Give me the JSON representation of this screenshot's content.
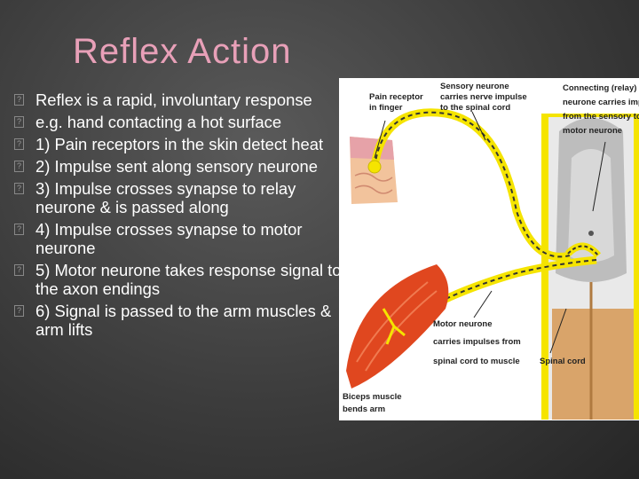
{
  "slide": {
    "title": "Reflex Action",
    "bullets": [
      "Reflex is a rapid, involuntary response",
      "e.g. hand contacting a hot surface",
      "1) Pain receptors in the skin detect heat",
      "2) Impulse sent along sensory neurone",
      "3) Impulse crosses synapse to relay neurone & is passed along",
      "4) Impulse crosses synapse to motor neurone",
      "5) Motor neurone takes response signal to the axon endings",
      "6) Signal is passed to the arm muscles & arm lifts"
    ],
    "bullet_icon": "box-bullet-icon"
  },
  "diagram": {
    "labels": {
      "pain_receptor_1": "Pain receptor",
      "pain_receptor_2": "in finger",
      "sensory_1": "Sensory neurone",
      "sensory_2": "carries nerve impulse",
      "sensory_3": "to the spinal cord",
      "connecting_1": "Connecting (relay)",
      "connecting_2": "neurone carries impulse",
      "connecting_3": "from the sensory to the",
      "connecting_4": "motor neurone",
      "motor_1": "Motor neurone",
      "motor_2": "carries impulses from",
      "motor_3": "spinal cord to muscle",
      "spinal": "Spinal cord",
      "biceps_1": "Biceps muscle",
      "biceps_2": "bends arm"
    },
    "colors": {
      "nerve": "#f5e400",
      "muscle": "#e0471f",
      "grey_matter": "#cfcfcf",
      "white_matter": "#d9a46a",
      "skin": "#f2c39c"
    }
  }
}
